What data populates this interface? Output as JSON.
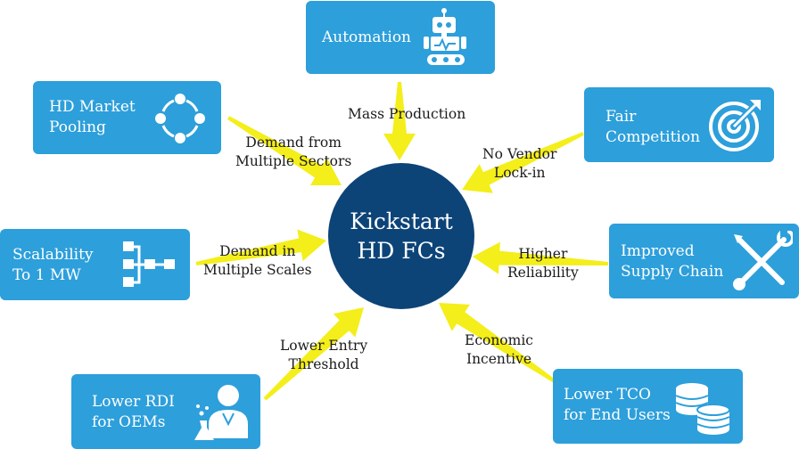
{
  "center": {
    "title": "Kickstart\nHD FCs"
  },
  "boxes": [
    {
      "label": "Automation",
      "icon": "robot-icon"
    },
    {
      "label": "HD Market\nPooling",
      "icon": "circle-nodes-icon"
    },
    {
      "label": "Fair\nCompetition",
      "icon": "target-icon"
    },
    {
      "label": "Scalability\nTo 1 MW",
      "icon": "hierarchy-icon"
    },
    {
      "label": "Improved\nSupply Chain",
      "icon": "tools-icon"
    },
    {
      "label": "Lower RDI\nfor OEMs",
      "icon": "scientist-icon"
    },
    {
      "label": "Lower TCO\nfor End Users",
      "icon": "coins-icon"
    }
  ],
  "arrow_labels": [
    "Mass Production",
    "Demand from\nMultiple Sectors",
    "No Vendor\nLock-in",
    "Demand in\nMultiple Scales",
    "Higher\nReliability",
    "Lower Entry\nThreshold",
    "Economic\nIncentive"
  ],
  "colors": {
    "box": "#2d9fdb",
    "center": "#0d4478",
    "arrow": "#f4ee1a",
    "text": "#1b1b1b"
  }
}
